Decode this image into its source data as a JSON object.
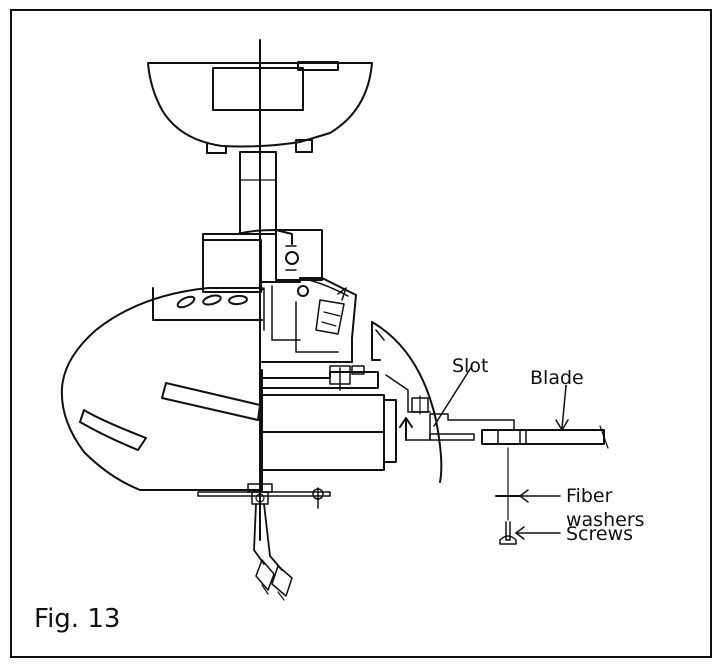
{
  "figure_label": "Fig. 13",
  "labels": {
    "slot": "Slot",
    "blade": "Blade",
    "fiber_line1": "Fiber",
    "fiber_line2": "washers",
    "screws": "Screws"
  }
}
